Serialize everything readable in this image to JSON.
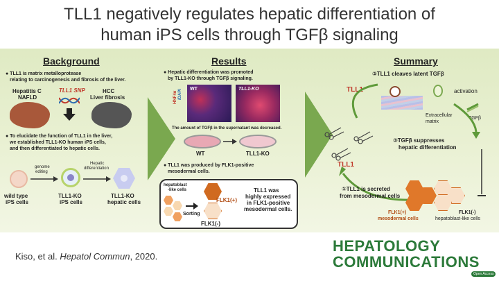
{
  "title": {
    "line1": "TLL1 negatively regulates hepatic differentiation of",
    "line2": "human iPS cells through TGFβ signaling"
  },
  "background": {
    "heading": "Background",
    "bullet1_l1": "● TLL1 is matrix metalloprotease",
    "bullet1_l2": "relating to carcinogenesis and fibrosis of the liver.",
    "hcv_l1": "Hepatitis C",
    "hcv_l2": "NAFLD",
    "snp": "TLL1 SNP",
    "hcc_l1": "HCC",
    "hcc_l2": "Liver fibrosis",
    "bullet2_l1": "● To elucidate the function of TLL1 in the liver,",
    "bullet2_l2": "we established TLL1-KO human iPS cells,",
    "bullet2_l3": "and then differentiated to hepatic cells.",
    "genome_l1": "genome",
    "genome_l2": "editing",
    "hepdiff_l1": "Hepatic",
    "hepdiff_l2": "differentiation",
    "wt_l1": "wild type",
    "wt_l2": "iPS cells",
    "ko_l1": "TLL1-KO",
    "ko_l2": "iPS cells",
    "kohep_l1": "TLL1-KO",
    "kohep_l2": "hepatic cells"
  },
  "results": {
    "heading": "Results",
    "bullet1_l1": "● Hepatic differentiation was promoted",
    "bullet1_l2": "by TLL1-KO through TGFβ signaling.",
    "img_wt": "WT",
    "img_ko": "TLL1-KO",
    "stain_l1": "HNF4α",
    "stain_l2": "/DAPI",
    "tgf_note": "The amount of TGFβ in the supernatant was decreased.",
    "dish_wt": "WT",
    "dish_ko": "TLL1-KO",
    "bullet2_l1": "● TLL1 was produced by FLK1-positive",
    "bullet2_l2": "mesodermal cells.",
    "hb_l1": "hepatoblast",
    "hb_l2": "-like cells",
    "sorting": "Sorting",
    "flk_pos": "FLK1(+)",
    "flk_neg": "FLK1(-)",
    "expr_l1": "TLL1 was",
    "expr_l2": "highly expressed",
    "expr_l3": "in FLK1-positive",
    "expr_l4": "mesodermal cells."
  },
  "summary": {
    "heading": "Summary",
    "step2": "②TLL1 cleaves latent TGFβ",
    "tll1_top": "TLL1",
    "activation": "activation",
    "ecm_l1": "Extracellular",
    "ecm_l2": "matrix",
    "tgfb": "TGFβ",
    "step3_l1": "③TGFβ  suppresses",
    "step3_l2": "hepatic differentiation",
    "tll1_mid": "TLL1",
    "step1_l1": "①TLL1 is secreted",
    "step1_l2": "from mesodermal cells",
    "flk_pos": "FLK1(+)",
    "flk_neg": "FLK1(-)",
    "meso": "mesodermal cells",
    "hb": "hepatoblast-like cells"
  },
  "citation": {
    "authors": "Kiso, et al. ",
    "journal": "Hepatol Commun",
    "year": ", 2020."
  },
  "logo": {
    "line1": "HEPATOLOGY",
    "line2": "COMMUNICATIONS",
    "badge": "Open Access"
  },
  "colors": {
    "panel": "#e4edcb",
    "accent_green": "#2c7a3a",
    "arrow_green": "#5f9a3a",
    "liver": "#a35a3c",
    "orange_cell": "#e0782a",
    "red_text": "#c0392b"
  }
}
